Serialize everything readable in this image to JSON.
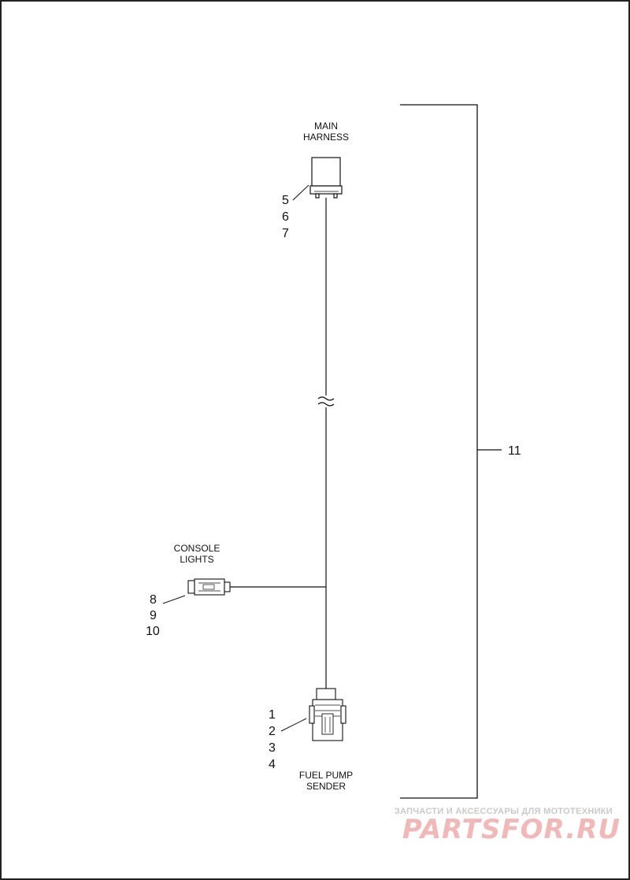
{
  "labels": {
    "main_harness_line1": "MAIN",
    "main_harness_line2": "HARNESS",
    "console_lights_line1": "CONSOLE",
    "console_lights_line2": "LIGHTS",
    "fuel_pump_line1": "FUEL PUMP",
    "fuel_pump_line2": "SENDER"
  },
  "callouts": {
    "c1": "1",
    "c2": "2",
    "c3": "3",
    "c4": "4",
    "c5": "5",
    "c6": "6",
    "c7": "7",
    "c8": "8",
    "c9": "9",
    "c10": "10",
    "c11": "11"
  },
  "watermark": {
    "tagline": "ЗАПЧАСТИ И АКСЕССУАРЫ ДЛЯ МОТОТЕХНИКИ",
    "brand": "PARTSFOR.RU"
  },
  "colors": {
    "line": "#111111",
    "watermark_brand": "#f2b8b8",
    "watermark_text": "#c9c9c9"
  }
}
